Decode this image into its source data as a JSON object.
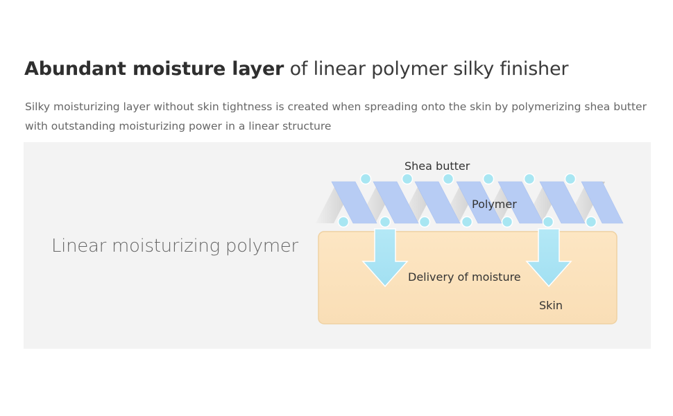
{
  "header": {
    "title_bold": "Abundant moisture layer",
    "title_rest": " of linear polymer silky finisher",
    "description": "Silky moisturizing layer without skin tightness is created when spreading onto the skin by polymerizing shea butter with outstanding moisturizing power in a linear structure"
  },
  "panel": {
    "caption": "Linear moisturizing polymer"
  },
  "diagram": {
    "labels": {
      "shea_butter": "Shea butter",
      "polymer": "Polymer",
      "delivery": "Delivery of moisture",
      "skin": "Skin"
    },
    "colors": {
      "skin_fill": "#fbe3bf",
      "polymer_blue": "#b8cdf5",
      "polymer_gray": "#d9d9d9",
      "bead": "#a7e6f1",
      "arrow": "#a8e4f3"
    }
  }
}
